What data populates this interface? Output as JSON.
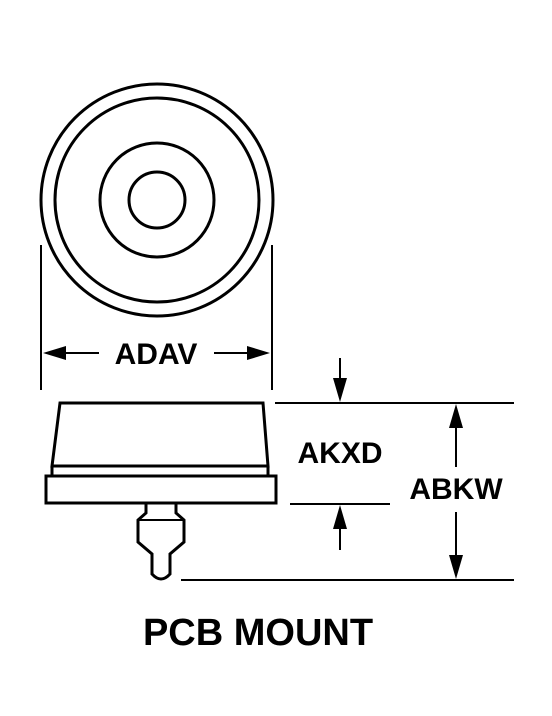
{
  "dimensions": {
    "adav": "ADAV",
    "akxd": "AKXD",
    "abkw": "ABKW"
  },
  "caption": "PCB MOUNT",
  "colors": {
    "ink": "#000000",
    "background": "#ffffff"
  }
}
